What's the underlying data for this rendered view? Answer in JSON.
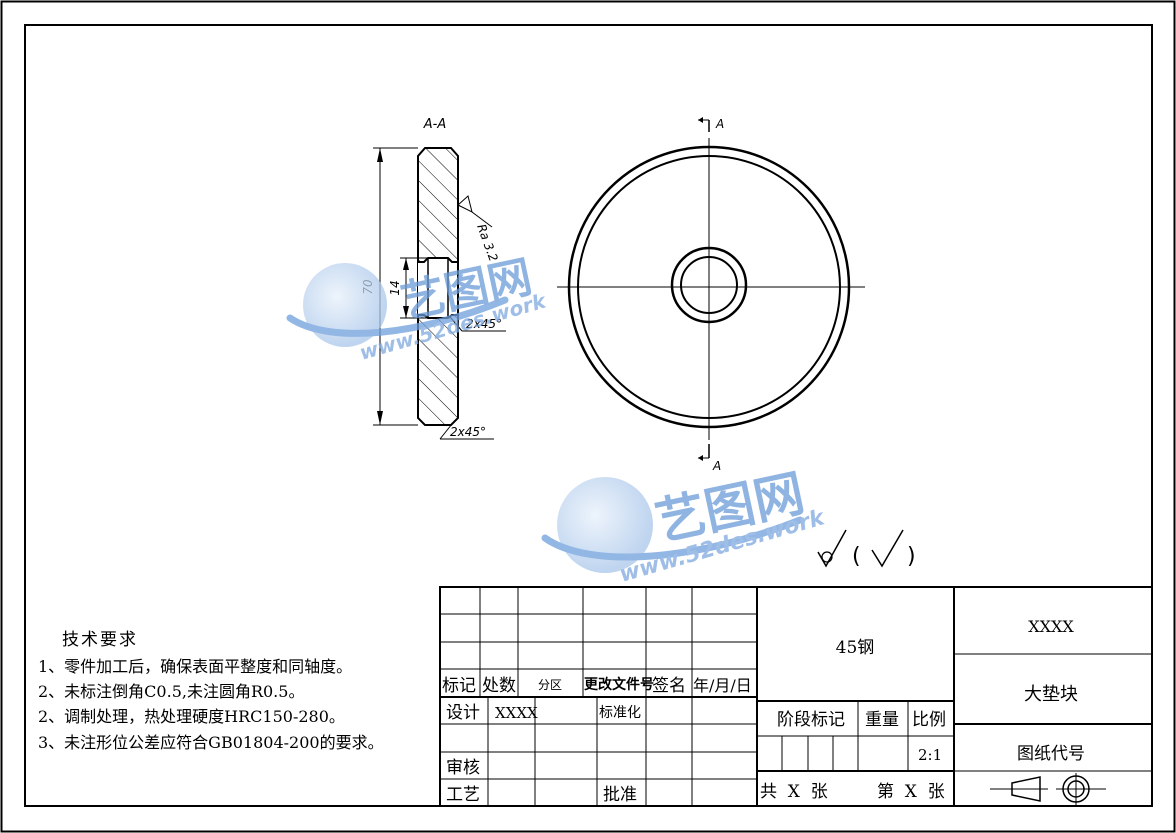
{
  "view_labels": {
    "section": "A-A",
    "cut_top": "A",
    "cut_bottom": "A"
  },
  "dimensions": {
    "outer_diameter": "70",
    "inner_diameter": "14",
    "chamfer_inner": "2x45°",
    "chamfer_outer": "2x45°",
    "roughness": "Ra 3.2"
  },
  "surface_note": {
    "open": "(",
    "close": ")"
  },
  "watermark": {
    "brand": "艺图网",
    "url": "www.52des.work"
  },
  "tech_requirements": {
    "title": "技术要求",
    "items": [
      "1、零件加工后，确保表面平整度和同轴度。",
      "2、未标注倒角C0.5,未注圆角R0.5。",
      "2、调制处理，热处理硬度HRC150-280。",
      "3、未注形位公差应符合GB01804-200的要求。"
    ]
  },
  "title_block": {
    "mark": "标记",
    "quantity": "处数",
    "zone": "分区",
    "change_doc": "更改文件号",
    "signature": "签名",
    "date": "年/月/日",
    "design": "设计",
    "designer": "XXXX",
    "standardize": "标准化",
    "review": "审核",
    "process": "工艺",
    "approve": "批准",
    "material": "45钢",
    "stage_mark": "阶段标记",
    "weight": "重量",
    "scale": "比例",
    "scale_value": "2:1",
    "sheets_total": "共  X  张",
    "sheet_no": "第  X  张",
    "company": "XXXX",
    "part_name": "大垫块",
    "drawing_code": "图纸代号"
  }
}
